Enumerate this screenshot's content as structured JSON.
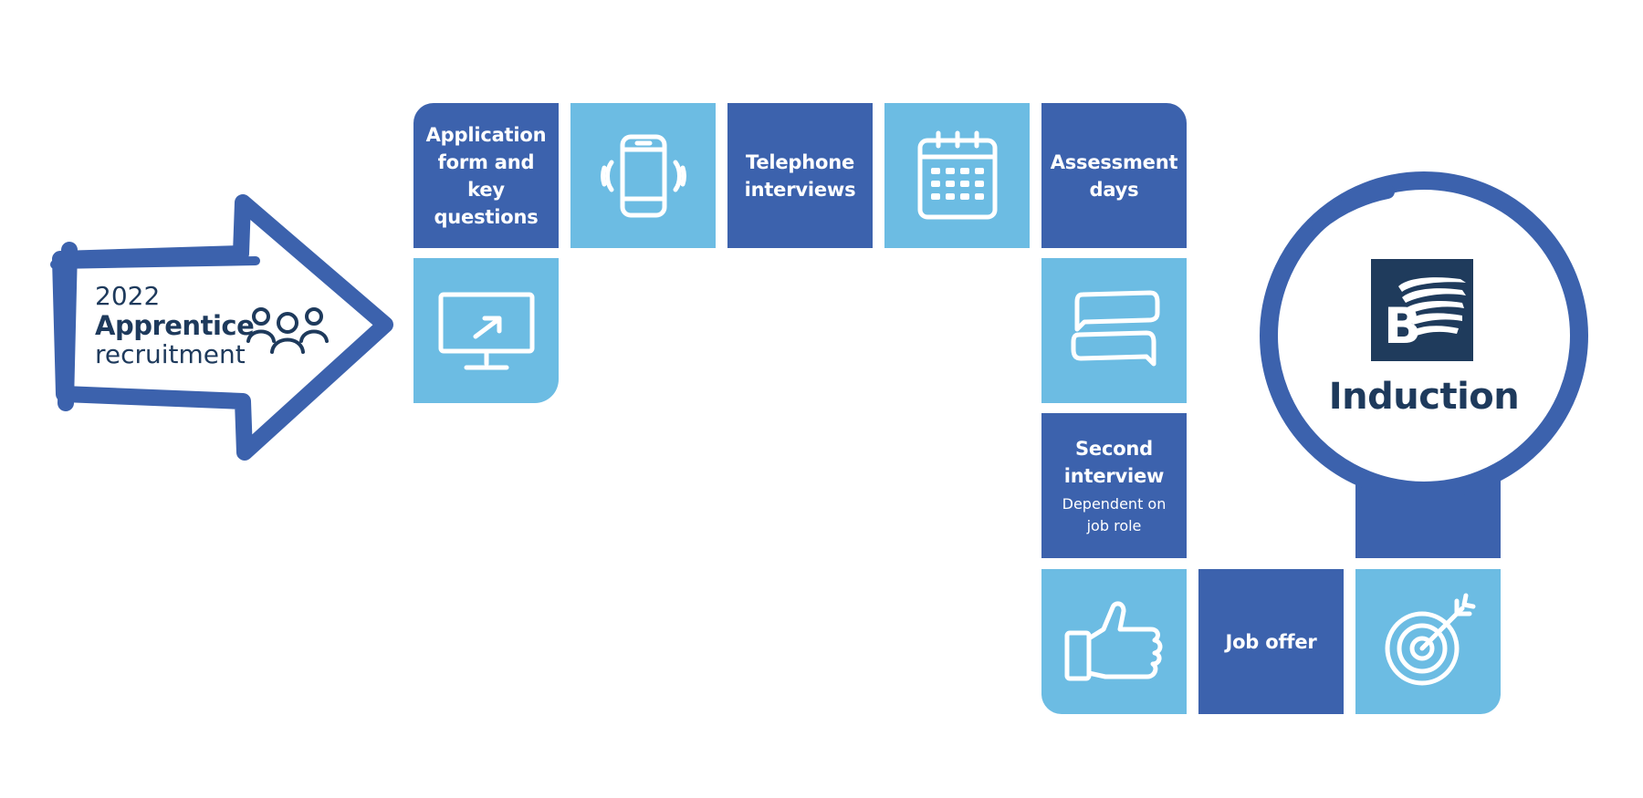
{
  "intro_arrow": {
    "year": "2022",
    "title": "Apprentice",
    "subtitle": "recruitment",
    "icon": "people-group-icon"
  },
  "steps": {
    "application": {
      "label": "Application form and key questions"
    },
    "phone_icon": {
      "icon": "mobile-phone-icon"
    },
    "telephone": {
      "label": "Telephone interviews"
    },
    "calendar_icon": {
      "icon": "calendar-icon"
    },
    "assessment": {
      "label": "Assessment days"
    },
    "monitor_icon": {
      "icon": "computer-monitor-icon"
    },
    "chat_icon": {
      "icon": "speech-bubbles-icon"
    },
    "second_interview": {
      "label": "Second interview",
      "note": "Dependent on job role"
    },
    "thumbs_icon": {
      "icon": "thumbs-up-icon"
    },
    "job_offer": {
      "label": "Job offer"
    },
    "target_icon": {
      "icon": "target-icon"
    }
  },
  "induction": {
    "logo_letter": "B",
    "label": "Induction"
  },
  "colors": {
    "dark_blue": "#3c62ad",
    "light_blue": "#6cbce3",
    "navy_text": "#1e3a5c",
    "logo_bg": "#1f3b5c"
  }
}
